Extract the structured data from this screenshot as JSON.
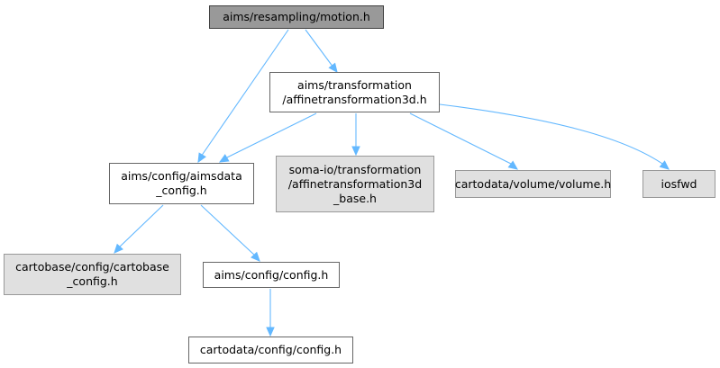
{
  "colors": {
    "edge": "#63b8ff",
    "root_fill": "#999999",
    "normal_fill": "#ffffff",
    "external_fill": "#e0e0e0"
  },
  "nodes": {
    "motion": {
      "kind": "root",
      "lines": [
        "aims/resampling/motion.h"
      ]
    },
    "affine": {
      "kind": "normal",
      "lines": [
        "aims/transformation",
        "/affinetransformation3d.h"
      ]
    },
    "aimsdata": {
      "kind": "normal",
      "lines": [
        "aims/config/aimsdata",
        "_config.h"
      ]
    },
    "somaio": {
      "kind": "external",
      "lines": [
        "soma-io/transformation",
        "/affinetransformation3d",
        "_base.h"
      ]
    },
    "volume": {
      "kind": "external",
      "lines": [
        "cartodata/volume/volume.h"
      ]
    },
    "iosfwd": {
      "kind": "external",
      "lines": [
        "iosfwd"
      ]
    },
    "cartobase": {
      "kind": "external",
      "lines": [
        "cartobase/config/cartobase",
        "_config.h"
      ]
    },
    "aimsconfig": {
      "kind": "normal",
      "lines": [
        "aims/config/config.h"
      ]
    },
    "cartodatacfg": {
      "kind": "normal",
      "lines": [
        "cartodata/config/config.h"
      ]
    }
  },
  "edges": [
    {
      "from": "motion",
      "to": "affine"
    },
    {
      "from": "motion",
      "to": "aimsdata"
    },
    {
      "from": "affine",
      "to": "aimsdata"
    },
    {
      "from": "affine",
      "to": "somaio"
    },
    {
      "from": "affine",
      "to": "volume"
    },
    {
      "from": "affine",
      "to": "iosfwd"
    },
    {
      "from": "aimsdata",
      "to": "cartobase"
    },
    {
      "from": "aimsdata",
      "to": "aimsconfig"
    },
    {
      "from": "aimsconfig",
      "to": "cartodatacfg"
    }
  ]
}
